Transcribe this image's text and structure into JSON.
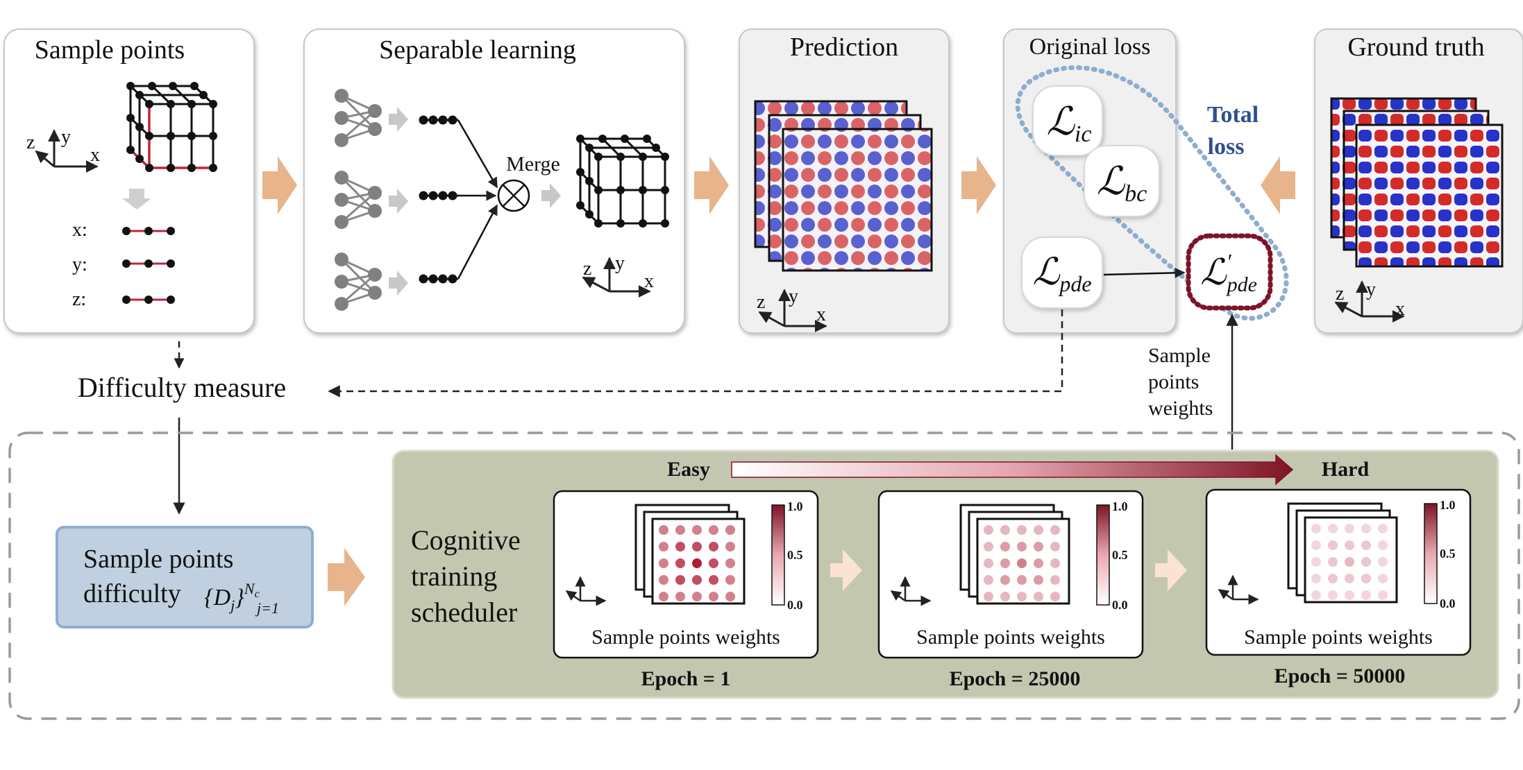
{
  "sample_points": {
    "title": "Sample points",
    "axis_labels": {
      "x": "x",
      "y": "y",
      "z": "z"
    },
    "rows": [
      "x:",
      "y:",
      "z:"
    ]
  },
  "separable_learning": {
    "title": "Separable learning",
    "merge_label": "Merge",
    "axis_labels": {
      "x": "x",
      "y": "y",
      "z": "z"
    }
  },
  "prediction": {
    "title": "Prediction",
    "axis_labels": {
      "x": "x",
      "y": "y",
      "z": "z"
    }
  },
  "original_loss": {
    "title": "Original loss",
    "l_ic": "ic",
    "l_bc": "bc",
    "l_pde": "pde",
    "l_pde_prime": "pde",
    "script_L": "ℒ",
    "prime": "′"
  },
  "total_loss": {
    "line1": "Total",
    "line2": "loss"
  },
  "ground_truth": {
    "title": "Ground truth",
    "axis_labels": {
      "x": "x",
      "y": "y",
      "z": "z"
    }
  },
  "difficulty_measure": "Difficulty measure",
  "sample_points_weights_label": [
    "Sample",
    "points",
    "weights"
  ],
  "difficulty_box": {
    "line1": "Sample points",
    "line2": "difficulty",
    "formula_D": "{D",
    "formula_j": "j",
    "formula_close": "}",
    "formula_sup": "N",
    "formula_sup_sub": "c",
    "formula_sub": "j=1"
  },
  "scheduler": {
    "label": [
      "Cognitive",
      "training",
      "scheduler"
    ],
    "easy": "Easy",
    "hard": "Hard",
    "colorbar_ticks": [
      "1.0",
      "0.5",
      "0.0"
    ],
    "panels": [
      {
        "caption": "Sample points weights",
        "epoch": "Epoch = 1",
        "weight_level": 0.8
      },
      {
        "caption": "Sample points weights",
        "epoch": "Epoch = 25000",
        "weight_level": 0.45
      },
      {
        "caption": "Sample points weights",
        "epoch": "Epoch = 50000",
        "weight_level": 0.25
      }
    ]
  },
  "colors": {
    "accent_red": "#8b1a2b",
    "total_loss_blue": "#2f4f8f",
    "arrow_peach": "#e8b48c",
    "scheduler_bg": "#c4c7b0",
    "difficulty_box_fill": "#c0d0e0",
    "dotted_blue": "#8eadd0"
  }
}
